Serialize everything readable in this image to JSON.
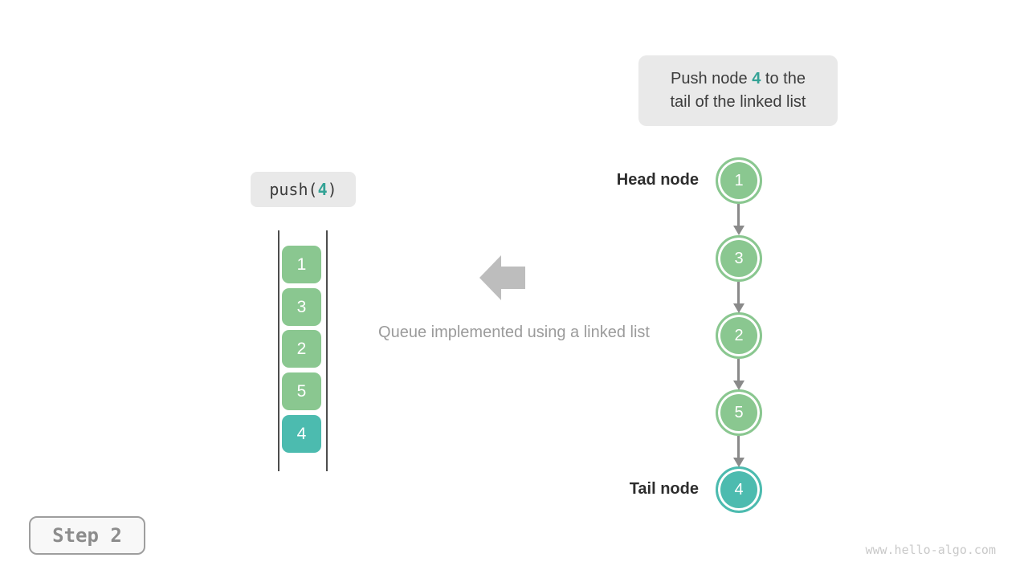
{
  "colors": {
    "green": "#8ac790",
    "teal": "#4cbbaf",
    "teal_text": "#33a295",
    "box_bg": "#e9e9e9",
    "dark_text": "#3c3c3c",
    "gray_text": "#9b9b9b",
    "arrow_gray": "#8a8a8a",
    "big_arrow_gray": "#bdbdbd",
    "watermark_gray": "#c9c9c9"
  },
  "callout": {
    "line1_prefix": "Push node ",
    "line1_highlight": "4",
    "line1_suffix": " to the",
    "line2": "tail of the linked list"
  },
  "push_label": {
    "prefix": "push(",
    "arg": "4",
    "suffix": ")"
  },
  "stack": {
    "items": [
      {
        "value": "1",
        "color": "#8ac790"
      },
      {
        "value": "3",
        "color": "#8ac790"
      },
      {
        "value": "2",
        "color": "#8ac790"
      },
      {
        "value": "5",
        "color": "#8ac790"
      },
      {
        "value": "4",
        "color": "#4cbbaf"
      }
    ]
  },
  "caption": "Queue implemented using a linked list",
  "linked_list": {
    "head_label": "Head node",
    "tail_label": "Tail node",
    "nodes": [
      {
        "value": "1",
        "color": "#8ac790"
      },
      {
        "value": "3",
        "color": "#8ac790"
      },
      {
        "value": "2",
        "color": "#8ac790"
      },
      {
        "value": "5",
        "color": "#8ac790"
      },
      {
        "value": "4",
        "color": "#4cbbaf"
      }
    ]
  },
  "step_badge": "Step 2",
  "watermark": "www.hello-algo.com"
}
